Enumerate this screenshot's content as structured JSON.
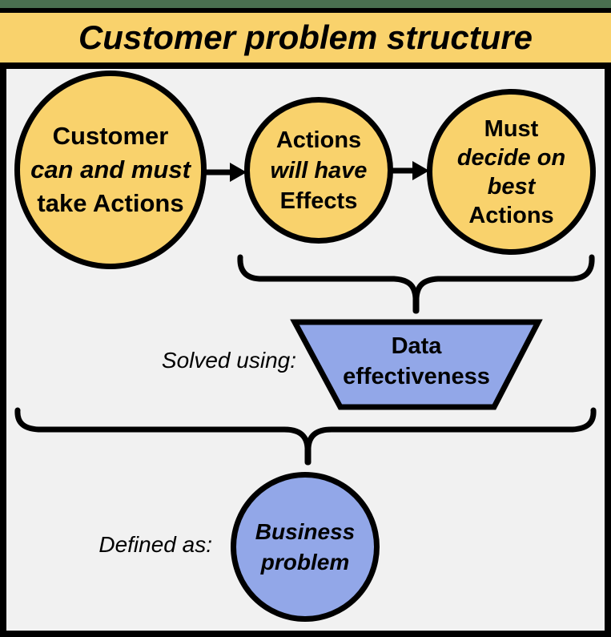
{
  "header": {
    "title": "Customer problem structure"
  },
  "flow": {
    "circles": [
      {
        "line1": "Customer",
        "line2": "can and must",
        "line3": "take Actions"
      },
      {
        "line1": "Actions",
        "line2": "will have",
        "line3": "Effects"
      },
      {
        "line1": "Must",
        "line2": "decide on",
        "line3": "best",
        "line4": "Actions"
      }
    ]
  },
  "solved": {
    "label": "Solved using:",
    "node_line1": "Data",
    "node_line2": "effectiveness"
  },
  "defined": {
    "label": "Defined as:",
    "node_line1": "Business",
    "node_line2": "problem"
  },
  "colors": {
    "node_yellow": "#F9D26C",
    "node_blue": "#92A7E8",
    "frame_green": "#4A7050",
    "canvas_gray": "#F1F1F1",
    "outline_black": "#000000"
  }
}
